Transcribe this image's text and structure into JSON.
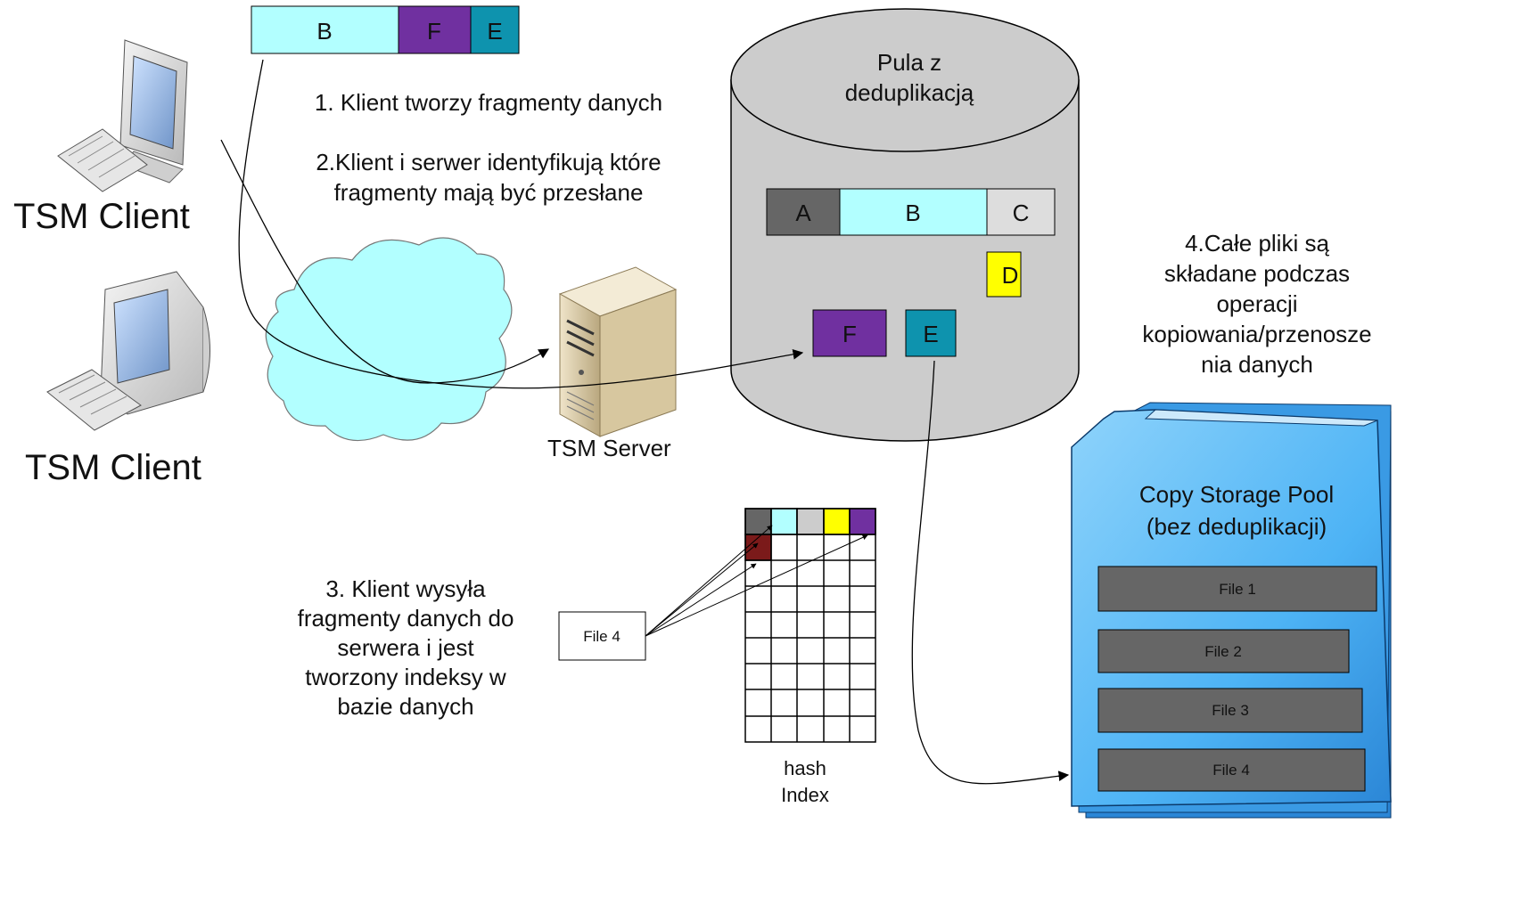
{
  "clients": [
    {
      "label": "TSM Client"
    },
    {
      "label": "TSM Client"
    }
  ],
  "server": {
    "label": "TSM Server"
  },
  "top_chunks": [
    "B",
    "F",
    "E"
  ],
  "steps": {
    "step1": "1. Klient tworzy fragmenty danych",
    "step2": [
      "2.Klient i serwer identyfikują które",
      "fragmenty mają być przesłane"
    ],
    "step3": [
      "3. Klient wysyła",
      "fragmenty danych do",
      "serwera i jest",
      "tworzony indeksy w",
      "bazie danych"
    ],
    "step4": [
      "4.Całe pliki są",
      "składane podczas",
      "operacji",
      "kopiowania/przenosze",
      "nia danych"
    ]
  },
  "dedup_pool": {
    "title": [
      "Pula z",
      "deduplikacją"
    ],
    "chunks": {
      "a": "A",
      "b": "B",
      "c": "C",
      "d": "D",
      "f": "F",
      "e": "E"
    }
  },
  "hash_index": {
    "file_label": "File 4",
    "caption": [
      "hash",
      "Index"
    ]
  },
  "copy_pool": {
    "title": [
      "Copy Storage Pool",
      "(bez deduplikacji)"
    ],
    "files": [
      "File 1",
      "File 2",
      "File 3",
      "File 4"
    ]
  },
  "colors": {
    "chunk_a": "#666666",
    "chunk_b": "#b2ffff",
    "chunk_c": "#dddddd",
    "chunk_d": "#ffff00",
    "chunk_f": "#7030a0",
    "chunk_e": "#0e93ae",
    "hash_red": "#7b1a1a",
    "cylinder": "#cccccc",
    "copy_pool_blue": "#4db3f5",
    "cloud": "#b2ffff"
  }
}
